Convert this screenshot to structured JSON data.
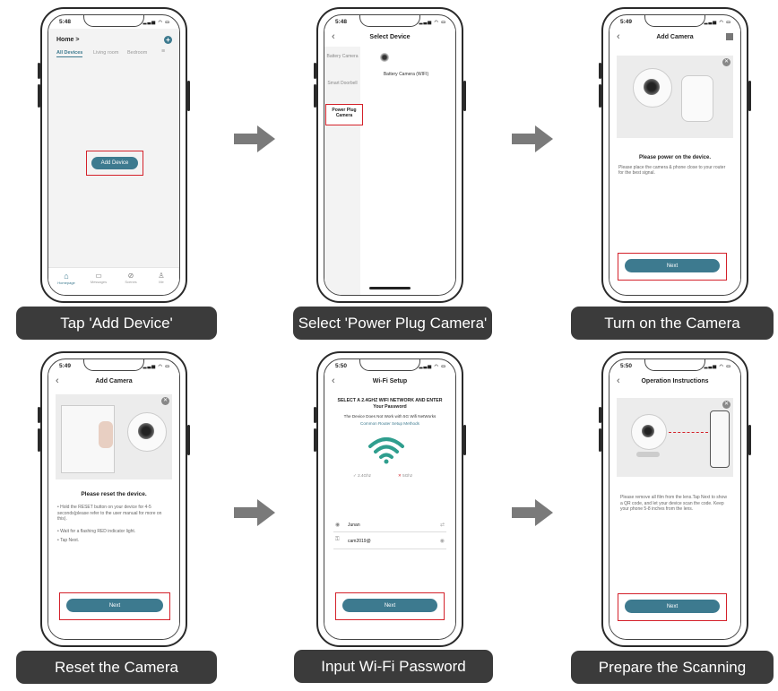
{
  "captions": [
    "Tap 'Add Device'",
    "Select 'Power Plug Camera'",
    "Turn on the Camera",
    "Reset the Camera",
    "Input Wi-Fi Password",
    "Prepare the Scanning"
  ],
  "phone1": {
    "time": "5:48",
    "home": "Home",
    "home_chevron": ">",
    "tabs": [
      "All Devices",
      "Living room",
      "Bedroom"
    ],
    "add_device": "Add Device",
    "nav": [
      "Homepage",
      "Messages",
      "Scenes",
      "Me"
    ]
  },
  "phone2": {
    "time": "5:48",
    "title": "Select Device",
    "categories": [
      "Battery Camera",
      "Smart Doorbell",
      "Power Plug Camera"
    ],
    "item": "Battery Camera (WIFI)"
  },
  "phone3": {
    "time": "5:49",
    "title": "Add Camera",
    "heading": "Please power on the device.",
    "body": "Please place the camera & phone close to your router for the best signal.",
    "next": "Next"
  },
  "phone4": {
    "time": "5:49",
    "title": "Add Camera",
    "heading": "Please reset the device.",
    "bullets": [
      "Hold the RESET button on your device for 4-5 seconds(please refer to the user manual for more on this).",
      "Wait for a flashing RED indicator light.",
      "Tap Next."
    ],
    "next": "Next"
  },
  "phone5": {
    "time": "5:50",
    "title": "Wi-Fi Setup",
    "heading": "SELECT A 2.4GHZ WIFI NETWORK AND ENTER Your Password",
    "note": "The Device Does Not Work with 5G Wifi NetWorks",
    "link": "Common Router Setup Methods",
    "ok_band": "2.4Ghz",
    "bad_band": "5Ghz",
    "ssid": "Junan",
    "password": "cam2019@",
    "next": "Next"
  },
  "phone6": {
    "time": "5:50",
    "title": "Operation Instructions",
    "body": "Please remove all film from the lens.Tap Next to show a QR code, and let your device scan the code. Keep your phone 5-8 inches from the lens.",
    "next": "Next"
  },
  "colors": {
    "accent": "#3d7a8f",
    "highlight": "#d4212a",
    "caption_bg": "#3b3b3b",
    "arrow": "#7a7a7a",
    "wifi": "#2f9e8e"
  },
  "icons": {
    "arrow": "right-arrow-icon",
    "back": "chevron-left-icon",
    "close": "close-icon",
    "add": "plus-circle-icon",
    "wifi": "wifi-icon",
    "lock": "lock-icon",
    "eye": "eye-icon",
    "home": "home-icon",
    "messages": "message-icon",
    "scenes": "scene-icon",
    "me": "user-icon"
  }
}
